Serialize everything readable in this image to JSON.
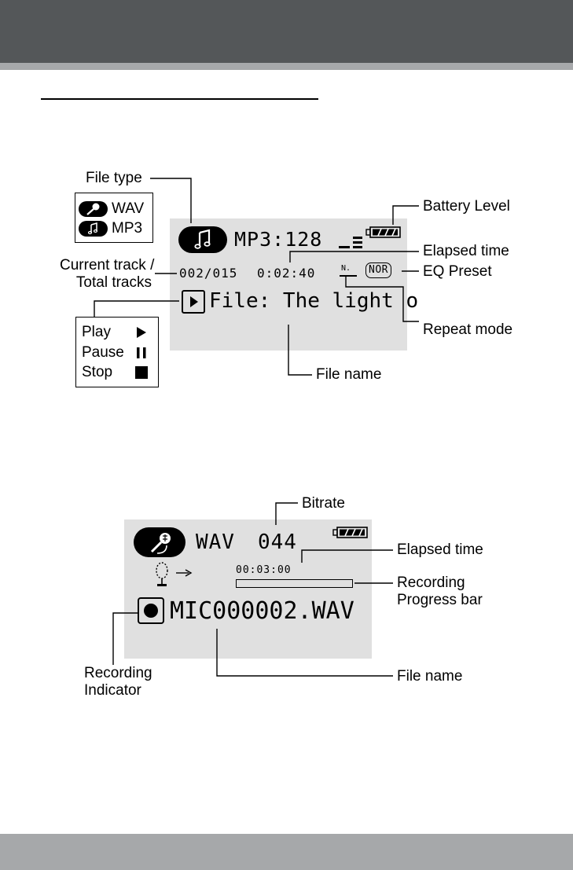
{
  "diagram1": {
    "labels": {
      "file_type": "File type",
      "battery_level": "Battery Level",
      "elapsed_time": "Elapsed time",
      "eq_preset": "EQ Preset",
      "current_track_line1": "Current track /",
      "current_track_line2": "Total tracks",
      "repeat_mode": "Repeat mode",
      "file_name": "File name"
    },
    "filetype_legend": {
      "wav": "WAV",
      "mp3": "MP3"
    },
    "state_legend": {
      "play": "Play",
      "pause": "Pause",
      "stop": "Stop"
    },
    "screen": {
      "format": "MP3:128",
      "track": "002/015",
      "elapsed": "0:02:40",
      "repeat": "N.",
      "eq": "NOR",
      "filename": "File: The light o"
    }
  },
  "diagram2": {
    "labels": {
      "bitrate": "Bitrate",
      "elapsed_time": "Elapsed time",
      "progress_line1": "Recording",
      "progress_line2": "Progress bar",
      "indicator_line1": "Recording",
      "indicator_line2": "Indicator",
      "file_name": "File name"
    },
    "screen": {
      "format": "WAV",
      "bitrate": "044",
      "elapsed": "00:03:00",
      "filename": "MIC000002.WAV"
    },
    "progress": 0.0
  },
  "icons": {
    "music_note": "music-note-icon",
    "microphone": "microphone-icon",
    "battery": "battery-icon",
    "eq_bars": "eq-bars-icon",
    "play": "play-icon",
    "pause": "pause-icon",
    "stop": "stop-icon",
    "record": "record-icon",
    "source_mic": "mic-source-icon",
    "arrow": "arrow-right-icon"
  }
}
